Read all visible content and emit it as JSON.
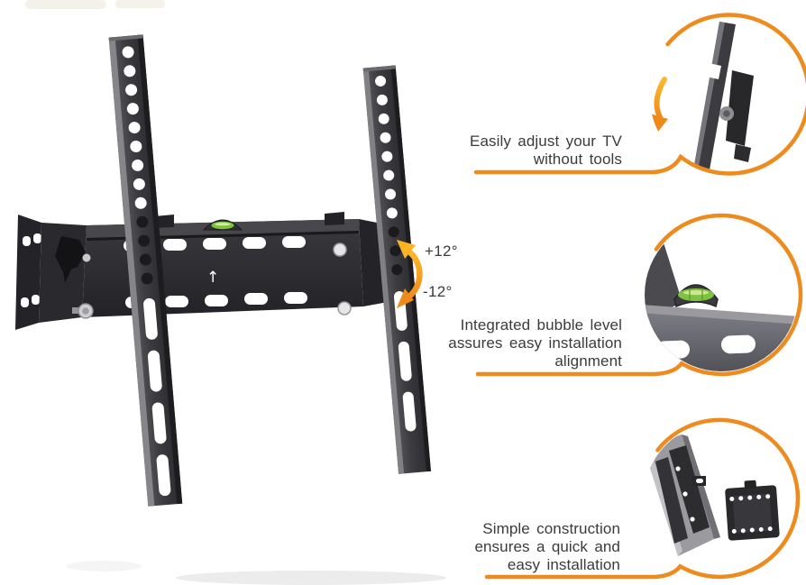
{
  "colors": {
    "accent_orange": "#EE8B1E",
    "arrow_gradient_top": "#FDB927",
    "arrow_gradient_bottom": "#EE8A1C",
    "bubble_level_green": "#7FC241",
    "caption_text": "#3B3B3B"
  },
  "product": {
    "type": "tilting-tv-wall-mount",
    "plate_up_arrow_icon": "↑"
  },
  "annotations": {
    "tilt_up": "+12°",
    "tilt_down": "-12°"
  },
  "callouts": [
    {
      "id": "adjust-without-tools",
      "lines": [
        "Easily adjust your TV",
        "without tools"
      ]
    },
    {
      "id": "bubble-level",
      "lines": [
        "Integrated bubble level",
        "assures easy installation",
        "alignment"
      ]
    },
    {
      "id": "simple-construction",
      "lines": [
        "Simple construction",
        "ensures a quick and",
        "easy installation"
      ]
    }
  ]
}
